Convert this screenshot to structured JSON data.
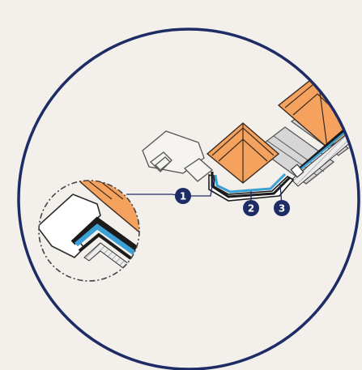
{
  "diagram": {
    "callouts": [
      {
        "id": "1",
        "label": "1"
      },
      {
        "id": "2",
        "label": "2"
      },
      {
        "id": "3",
        "label": "3"
      }
    ]
  },
  "colors": {
    "background": "#f3efeb",
    "circle_border": "#1e2c66",
    "badge_fill": "#1e2c66",
    "badge_text": "#ffffff",
    "insulation": "#f4a25e",
    "membrane": "#3aa0d6",
    "line": "#2a2a2a"
  }
}
